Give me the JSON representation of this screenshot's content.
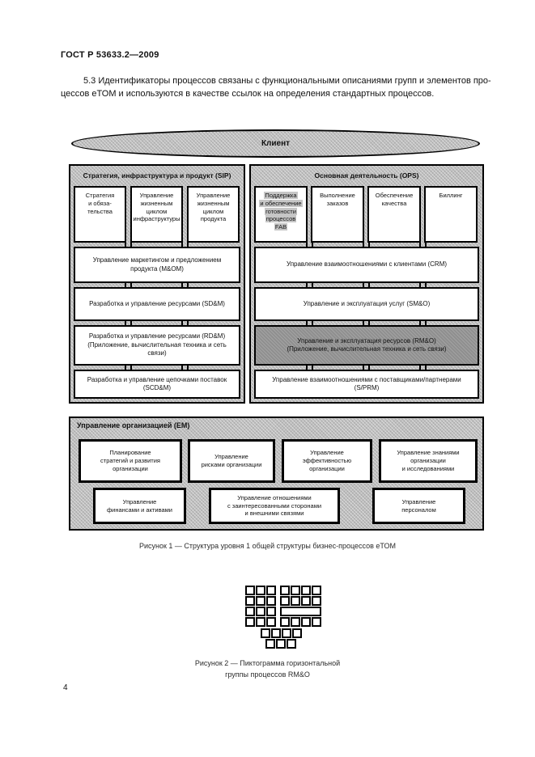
{
  "colors": {
    "panel_texture_gray": "#bdbdbd",
    "dark_row_gray": "#8f8f8f",
    "box_border": "#000000",
    "page_background": "#ffffff"
  },
  "page": {
    "doc_header": "ГОСТ Р 53633.2—2009",
    "section_text": "5.3  Идентификаторы процессов связаны с функциональными описаниями групп и элементов про-\nцессов еТОМ и используются в качестве ссылок на определения стандартных процессов.",
    "page_number": "4"
  },
  "figure1": {
    "client": "Клиент",
    "sip": {
      "title": "Стратегия, инфраструктура и продукт (SIP)",
      "columns": [
        "Стратегия\nи обяза-\nтельства",
        "Управление\nжизненным\nциклом\nинфраструктуры",
        "Управление\nжизненным\nциклом\nпродукта"
      ],
      "rows": [
        "Управление маркетингом и предложением\nпродукта (M&OM)",
        "Разработка и управление ресурсами (SD&M)",
        "Разработка и управление ресурсами (RD&M)\n(Приложение, вычислительная техника и сеть\nсвязи)",
        "Разработка и управление цепочками поставок\n(SCD&M)"
      ]
    },
    "ops": {
      "title": "Основная деятельность (OPS)",
      "columns": [
        "Поддержка\nи обеспечение\nготовности\nпроцессов\nFAB",
        "Выполнение\nзаказов",
        "Обеспечение\nкачества",
        "Биллинг"
      ],
      "rows": [
        "Управление взаимоотношениями с клиентами (CRM)",
        "Управление и эксплуатация услуг (SM&O)",
        "Управление и эксплуатация ресурсов (RM&O)\n(Приложение, вычислительная техника и сеть связи)",
        "Управление взаимоотношениями с поставщиками/партнерами\n(S/PRM)"
      ]
    },
    "em": {
      "title": "Управление организацией (ЕМ)",
      "row1": [
        "Планирование\nстратегий и развития\nорганизации",
        "Управление\nрисками организации",
        "Управление\nэффективностью\nорганизации",
        "Управление знаниями\nорганизации\nи исследованиями"
      ],
      "row2": [
        "Управление\nфинансами и активами",
        "Управление отношениями\nс заинтересованными сторонами\nи внешними связями",
        "Управление\nперсоналом"
      ]
    },
    "caption": "Рисунок 1 — Структура уровня 1 общей структуры бизнес-процессов еТОМ"
  },
  "figure2": {
    "caption": "Рисунок 2 — Пиктограмма горизонтальной\nгруппы процессов RM&O"
  }
}
